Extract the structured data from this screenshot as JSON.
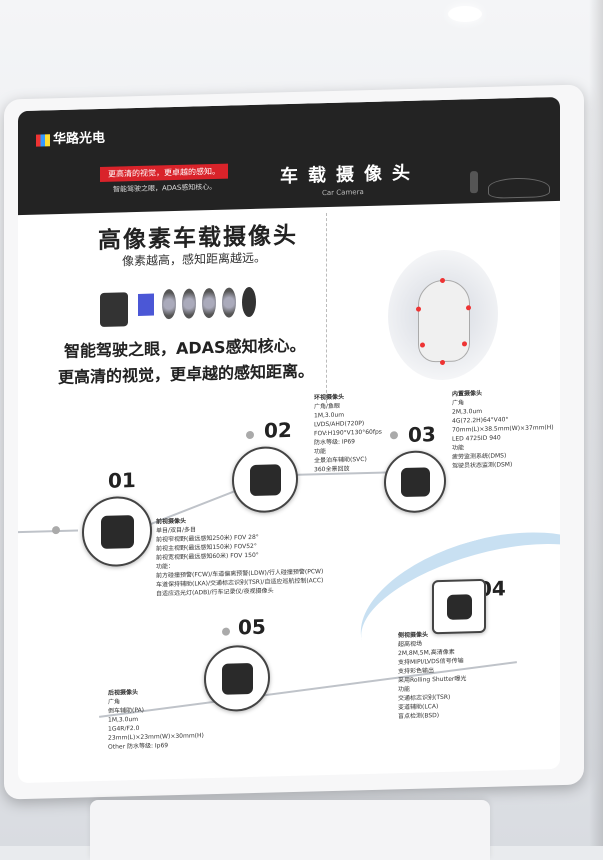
{
  "brand": {
    "name": "华路光电",
    "tagline_red": "更高清的视觉，更卓越的感知。",
    "tagline_gray": "智能驾驶之眼，ADAS感知核心。"
  },
  "title": {
    "cn": "车载摄像头",
    "en": "Car Camera"
  },
  "headline": "高像素车载摄像头",
  "subheadline": "像素越高，感知距离越远。",
  "slogan1": "智能驾驶之眼，ADAS感知核心。",
  "slogan2": "更高清的视觉，更卓越的感知距离。",
  "cameras": [
    {
      "num": "01",
      "name": "前视摄像头",
      "lines": [
        "单目/双目/多目",
        "前视窄视野(最远感知250米) FOV 28°",
        "前视主视野(最远感知150米) FOV52°",
        "前视宽视野(最远感知60米) FOV 150°",
        "功能：",
        "前方碰撞预警(FCW)/车道偏离预警(LDW)/行人碰撞预警(PCW)",
        "车道保持辅助(LKA)/交通标志识别(TSR)/自适应巡航控制(ACC)",
        "自适应远光灯(ADB)/行车记录仪/夜视摄像头"
      ]
    },
    {
      "num": "02",
      "name": "环视摄像头",
      "lines": [
        "广角/鱼眼",
        "1M,3.0um",
        "LVDS/AHD(720P)",
        "FOV:H190°V130°60fps",
        "防水等级: IP69",
        "功能",
        "全景泊车辅助(SVC)",
        "360全景回放"
      ]
    },
    {
      "num": "03",
      "name": "内置摄像头",
      "lines": [
        "广角",
        "2M,3.0um",
        "4G(72.2H)64°V40°",
        "70mm(L)×38.5mm(W)×37mm(H)",
        "LED 4725ID 940",
        "功能",
        "疲劳监测系统(DMS)",
        "驾驶员状态监测(DSM)"
      ]
    },
    {
      "num": "04",
      "name": "侧视摄像头",
      "lines": [
        "超高视场",
        "2M,8M,5M,高清像素",
        "支持MIPI/LVDS信号传输",
        "支持彩色输出",
        "采用Rolling Shutter曝光",
        "功能",
        "交通标志识别(TSR)",
        "变道辅助(LCA)",
        "盲点检测(BSD)"
      ]
    },
    {
      "num": "05",
      "name": "后视摄像头",
      "lines": [
        "广角",
        "倒车辅助(PA)",
        "1M,3.0um",
        "1G4R/F2.0",
        "23mm(L)×23mm(W)×30mm(H)",
        "Other 防水等级: Ip69"
      ]
    }
  ],
  "colors": {
    "header": "#232323",
    "accent_red": "#d9232a",
    "swoosh": "#c8e0f2"
  }
}
